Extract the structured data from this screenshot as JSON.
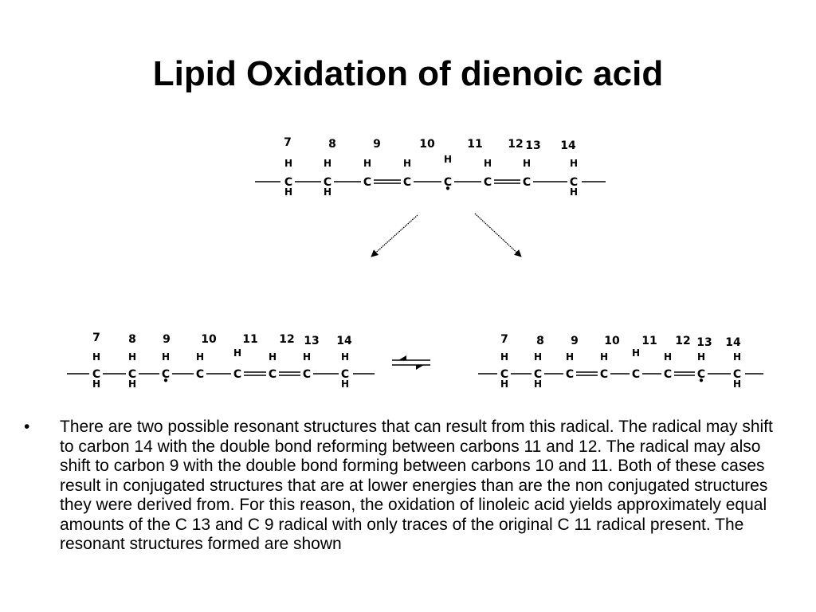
{
  "title": "Lipid Oxidation of dienoic acid",
  "diagram": {
    "top_chain": {
      "numbers": [
        "7",
        "8",
        "9",
        "10",
        "11",
        "12",
        "13",
        "14"
      ],
      "carbon": "C",
      "hydrogen": "H",
      "radical": "•"
    },
    "left_chain": {
      "numbers": [
        "7",
        "8",
        "9",
        "10",
        "11",
        "12",
        "13",
        "14"
      ],
      "carbon": "C",
      "hydrogen": "H",
      "radical": "•"
    },
    "right_chain": {
      "numbers": [
        "7",
        "8",
        "9",
        "10",
        "11",
        "12",
        "13",
        "14"
      ],
      "carbon": "C",
      "hydrogen": "H",
      "radical": "•"
    }
  },
  "bullet": {
    "symbol": "•",
    "text": "There are two possible resonant structures that can result from this radical. The radical may shift to carbon 14 with the double bond reforming between carbons 11 and 12. The radical may also shift to carbon 9 with the double bond forming between carbons 10 and 11. Both of these cases result in conjugated structures that are at lower energies than are the non conjugated structures they were derived from. For this reason, the oxidation of linoleic acid yields approximately equal amounts of the C 13 and C 9 radical with only traces of the original C 11 radical present. The resonant structures formed are shown"
  }
}
